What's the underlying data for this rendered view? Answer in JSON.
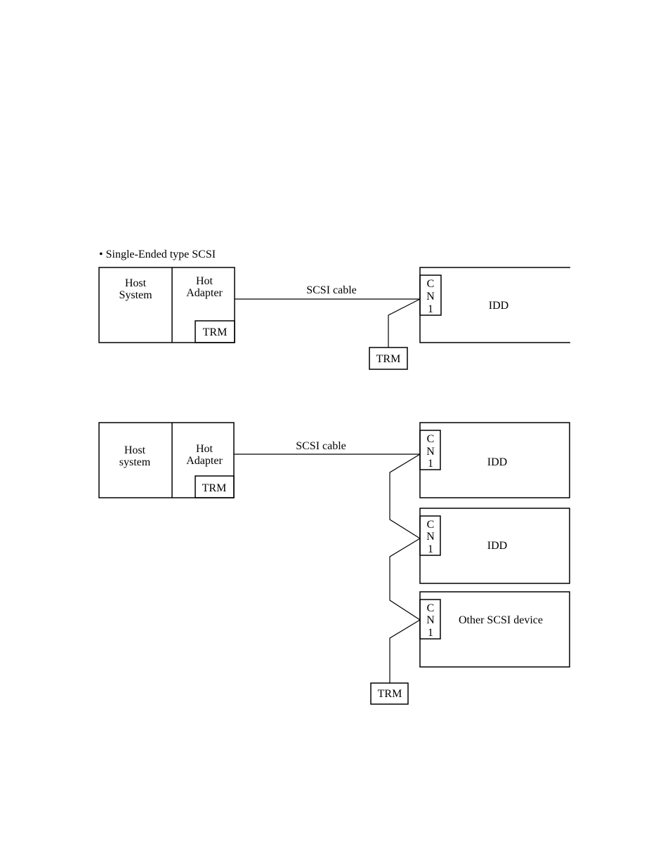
{
  "caption": "• Single-Ended type SCSI",
  "top_diagram": {
    "host_label_1": "Host",
    "host_label_2": "System",
    "adapter_label_1": "Hot",
    "adapter_label_2": "Adapter",
    "adapter_trm": "TRM",
    "cable_label": "SCSI cable",
    "connector": [
      "C",
      "N",
      "1"
    ],
    "device_label": "IDD",
    "end_trm": "TRM"
  },
  "bottom_diagram": {
    "host_label_1": "Host",
    "host_label_2": "system",
    "adapter_label_1": "Hot",
    "adapter_label_2": "Adapter",
    "adapter_trm": "TRM",
    "cable_label": "SCSI cable",
    "devices": [
      {
        "label": "IDD",
        "connector": [
          "C",
          "N",
          "1"
        ]
      },
      {
        "label": "IDD",
        "connector": [
          "C",
          "N",
          "1"
        ]
      },
      {
        "label": "Other SCSI device",
        "connector": [
          "C",
          "N",
          "1"
        ]
      }
    ],
    "end_trm": "TRM"
  }
}
